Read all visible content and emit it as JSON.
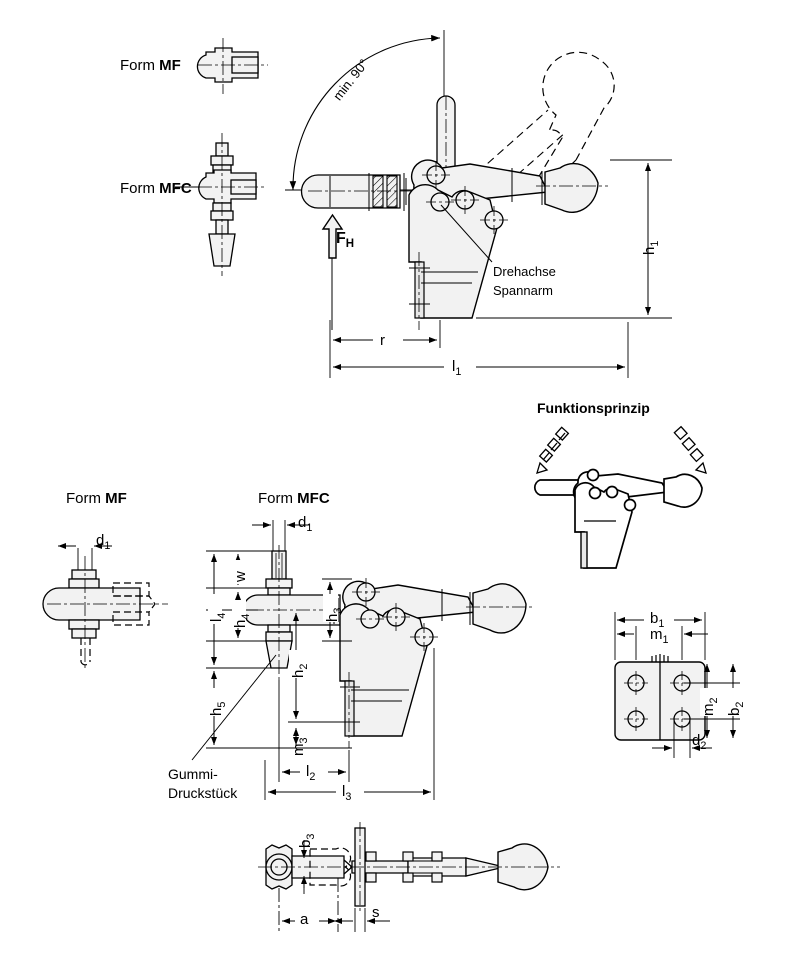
{
  "page": {
    "language": "de",
    "background": "#ffffff",
    "line_color": "#000000",
    "fill_light": "#f2f2f2",
    "fill_mid": "#e8e8e8"
  },
  "top_views": {
    "mf": {
      "label_prefix": "Form ",
      "label_code": "MF"
    },
    "mfc": {
      "label_prefix": "Form ",
      "label_code": "MFC"
    }
  },
  "main_view": {
    "angle_note": "min. 90°",
    "force_label": "F",
    "force_sub": "H",
    "callout_line1": "Drehachse",
    "callout_line2": "Spannarm",
    "dim_h1": "h",
    "dim_h1_sub": "1",
    "dim_r": "r",
    "dim_l1": "l",
    "dim_l1_sub": "1"
  },
  "principle": {
    "title": "Funktionsprinzip"
  },
  "lower_left": {
    "mf_label_prefix": "Form ",
    "mf_label_code": "MF",
    "mfc_label_prefix": "Form ",
    "mfc_label_code": "MFC",
    "dim_d1_left": "d",
    "dim_d1_left_sub": "1",
    "dim_d1_right": "d",
    "dim_d1_right_sub": "1",
    "dim_w": "w",
    "dim_l4": "l",
    "dim_l4_sub": "4",
    "dim_h4": "h",
    "dim_h4_sub": "4",
    "dim_h5": "h",
    "dim_h5_sub": "5",
    "dim_h3": "h",
    "dim_h3_sub": "3",
    "dim_h2": "h",
    "dim_h2_sub": "2",
    "dim_m3": "m",
    "dim_m3_sub": "3",
    "dim_l2": "l",
    "dim_l2_sub": "2",
    "dim_l3": "l",
    "dim_l3_sub": "3",
    "callout_line1": "Gummi-",
    "callout_line2": "Druckstück"
  },
  "base_plate": {
    "dim_b1": "b",
    "dim_b1_sub": "1",
    "dim_m1": "m",
    "dim_m1_sub": "1",
    "dim_b2": "b",
    "dim_b2_sub": "2",
    "dim_m2": "m",
    "dim_m2_sub": "2",
    "dim_d2": "d",
    "dim_d2_sub": "2"
  },
  "bottom_view": {
    "dim_b3": "b",
    "dim_b3_sub": "3",
    "dim_a": "a",
    "dim_s": "s"
  }
}
